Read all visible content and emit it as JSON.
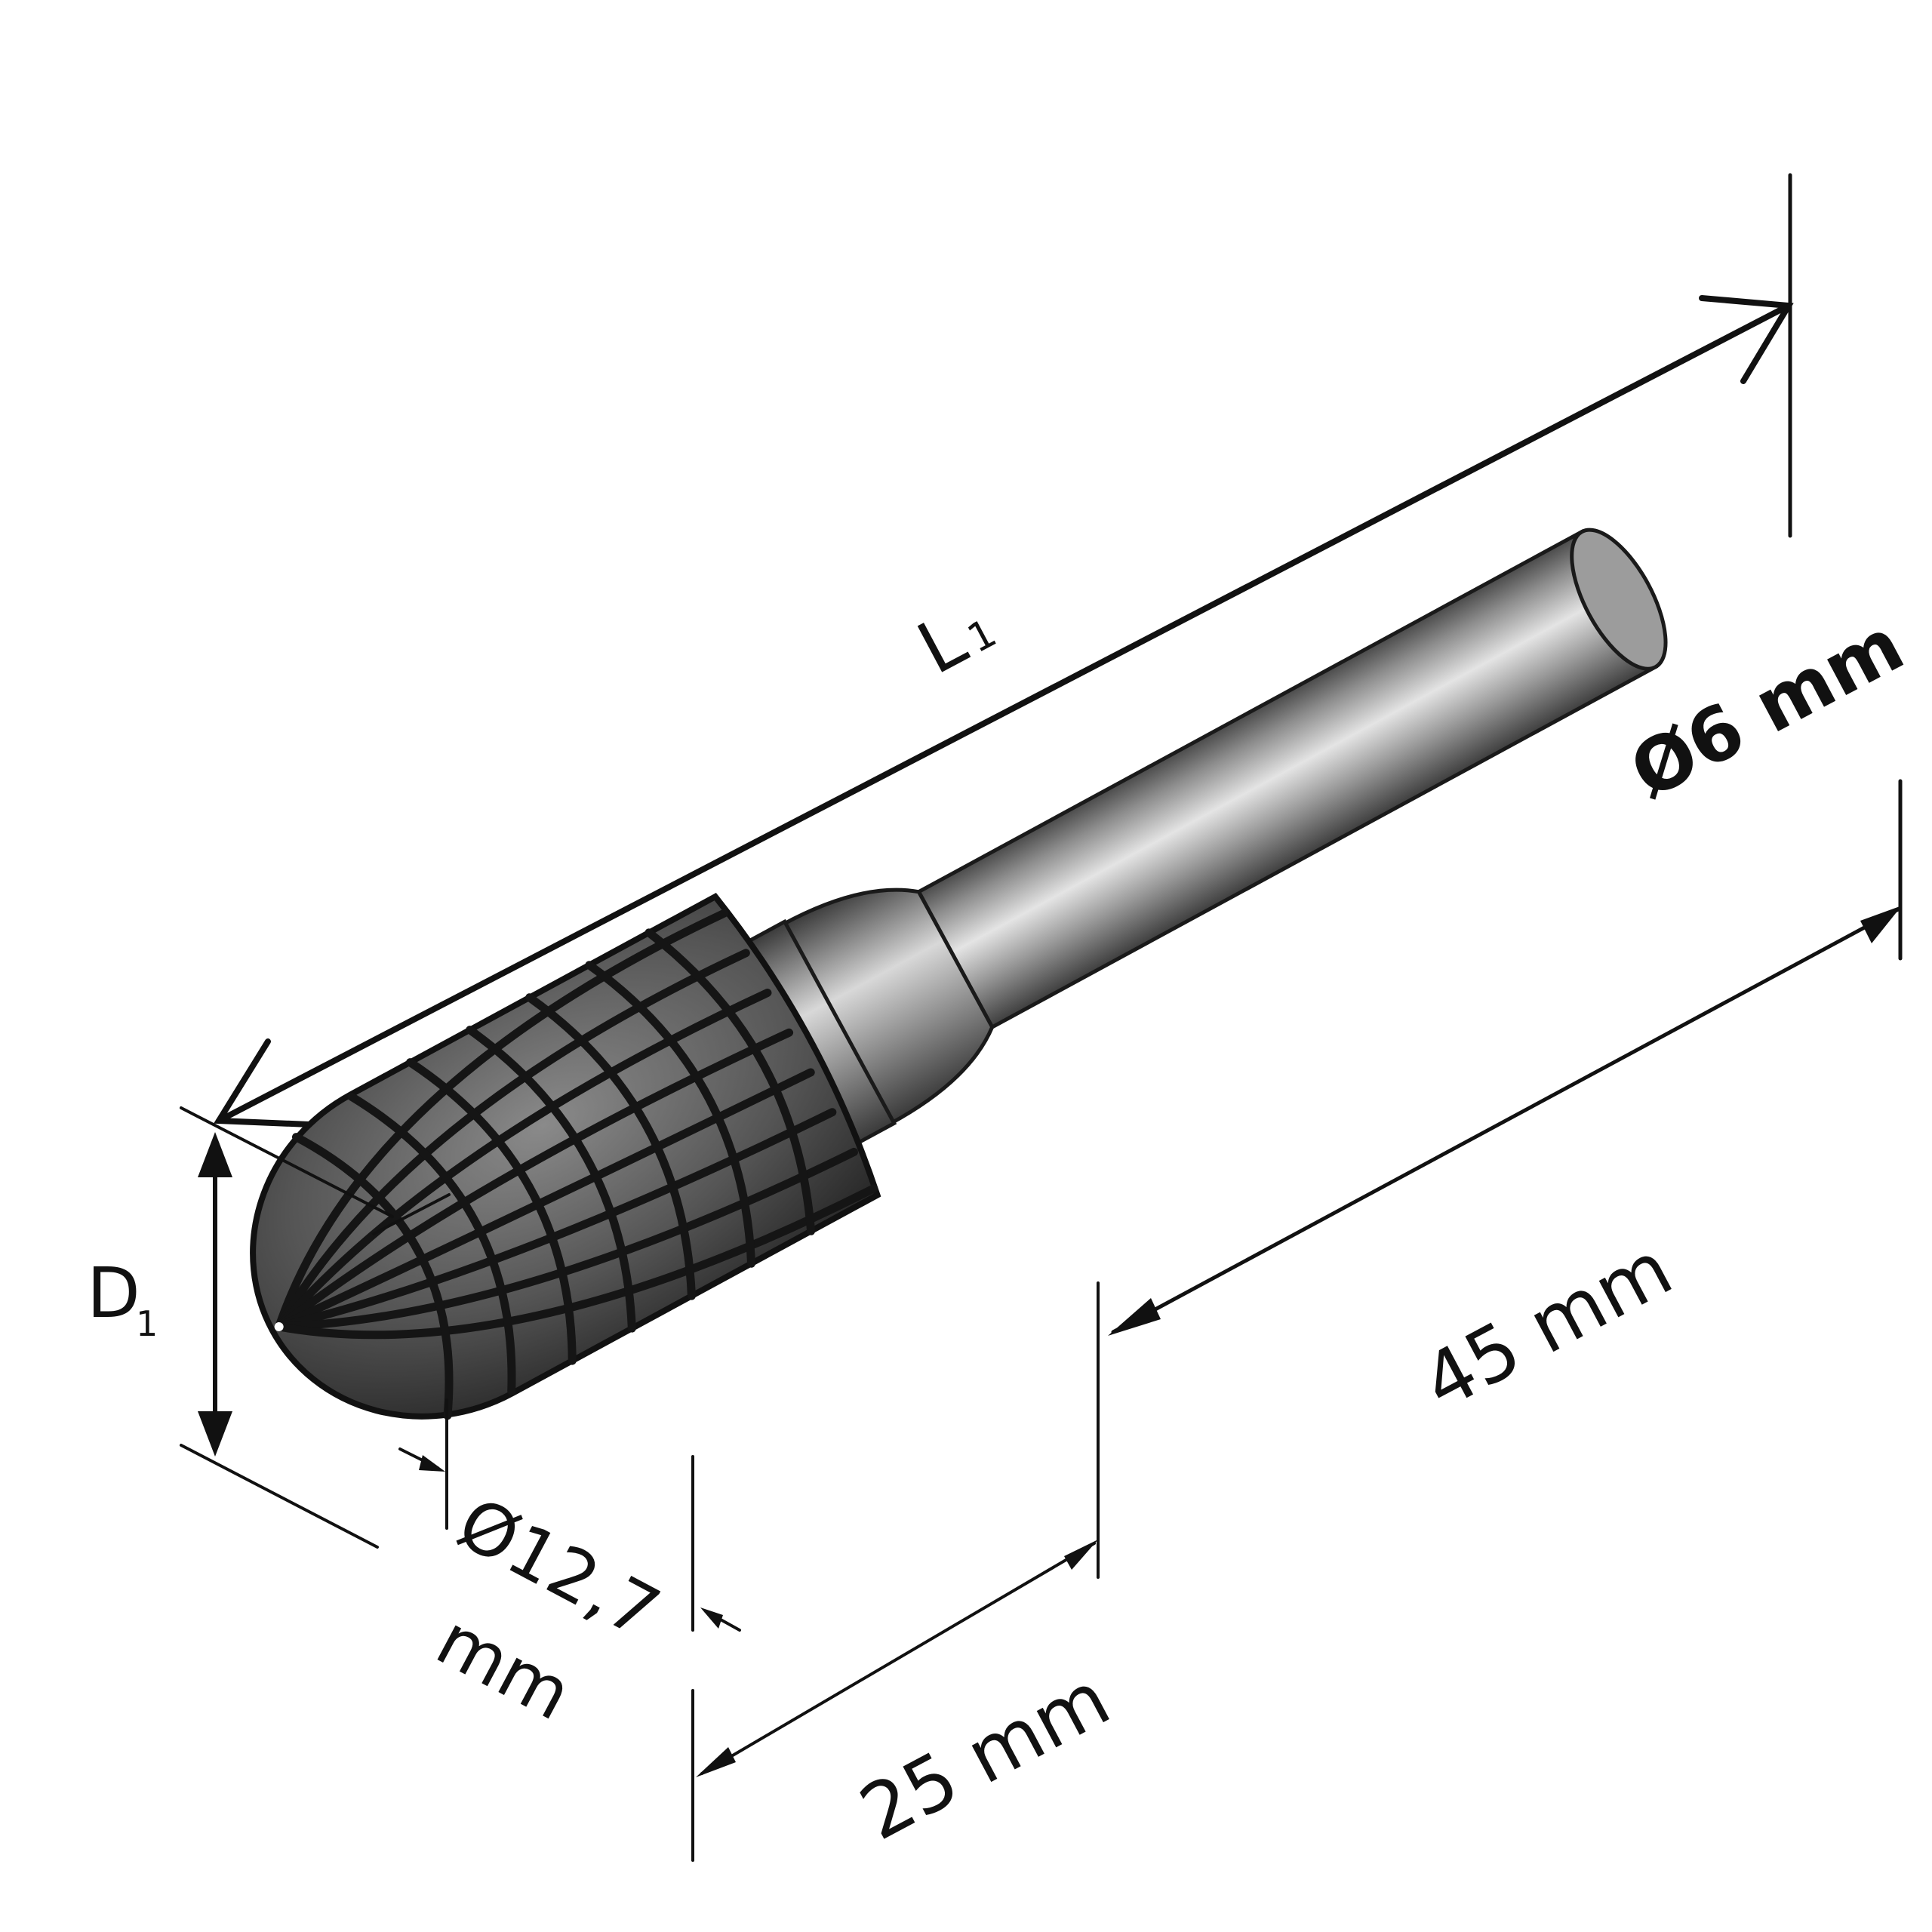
{
  "labels": {
    "L1_main": "L",
    "L1_sub": "1",
    "D1_main": "D",
    "D1_sub": "1",
    "shank_diameter": "Ø6 mm",
    "total_length": "45 mm",
    "head_length": "25 mm",
    "head_diameter_value": "Ø12,7",
    "head_diameter_unit": "mm"
  },
  "colors": {
    "background": "#ffffff",
    "line": "#111111",
    "shank_light": "#e0e0e0",
    "shank_dark": "#5a5a5a",
    "head": "#5b5b5b",
    "flute": "#1c1c1c",
    "collar_ring": "#e8c400"
  },
  "icons": {
    "tool": "carbide-burr-tool-icon"
  }
}
